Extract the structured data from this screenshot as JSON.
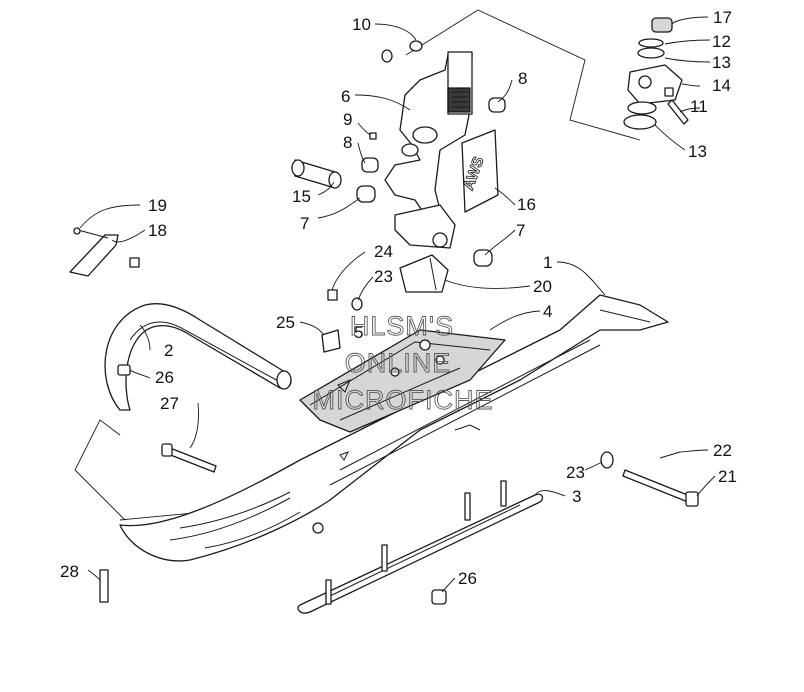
{
  "callouts": {
    "c1": "1",
    "c2": "2",
    "c3": "3",
    "c4": "4",
    "c5": "5",
    "c6": "6",
    "c7a": "7",
    "c7b": "7",
    "c8a": "8",
    "c8b": "8",
    "c9": "9",
    "c10": "10",
    "c11": "11",
    "c12": "12",
    "c13a": "13",
    "c13b": "13",
    "c14": "14",
    "c15": "15",
    "c16": "16",
    "c17": "17",
    "c18": "18",
    "c19": "19",
    "c20": "20",
    "c21": "21",
    "c22": "22",
    "c23a": "23",
    "c23b": "23",
    "c24": "24",
    "c25": "25",
    "c26a": "26",
    "c26b": "26",
    "c27": "27",
    "c28": "28"
  },
  "watermark": {
    "line1": "HLSM'S",
    "line2": "ONLINE",
    "line3": "MICROFICHE"
  },
  "spindle_logo": "AWS",
  "colors": {
    "ink": "#1a1a1a",
    "watermark": "#5a5a5a",
    "background": "#ffffff"
  }
}
